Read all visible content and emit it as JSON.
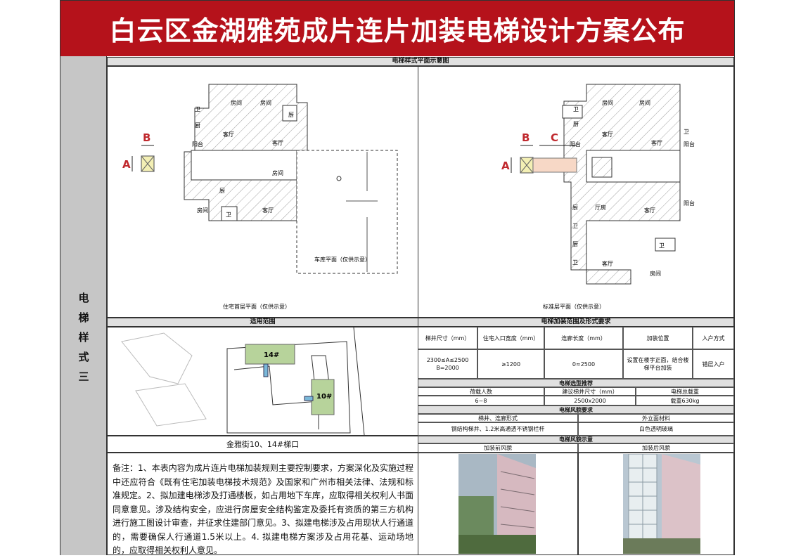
{
  "title": "白云区金湖雅苑成片连片加装电梯设计方案公布",
  "left_label": [
    "电",
    "梯",
    "样",
    "式",
    "三"
  ],
  "plan_section": {
    "header": "电梯样式平面示意图",
    "left_caption": "住宅首层平面（仅供示意）",
    "right_caption": "标准层平面（仅供示意）",
    "garage_label": "车库平面（仅供示意）",
    "rooms": {
      "fangjian": "房间",
      "wei": "卫",
      "chu": "厨",
      "keting": "客厅",
      "yangtai": "阳台",
      "tingfang": "厅房"
    },
    "dims": {
      "a": "A",
      "b": "B",
      "c": "C"
    }
  },
  "scope_section": {
    "header": "适用范围",
    "caption": "金雅街10、14#梯口",
    "buildings": [
      "14#",
      "10#"
    ]
  },
  "spec_section": {
    "header": "电梯加装范围及形式要求",
    "columns": [
      "梯井尺寸（mm）",
      "住宅入口宽度（mm）",
      "连廊长度（mm）",
      "加装位置",
      "入户方式"
    ],
    "values": [
      "2300≤A≤2500 B=2000",
      "≥1200",
      "0≈2500",
      "设置在楼宇正面，结合楼梯平台加装",
      "错层入户"
    ]
  },
  "select_section": {
    "header": "电梯选型推荐",
    "columns": [
      "荷载人数",
      "建议梯井尺寸（mm）",
      "电梯总载重"
    ],
    "values": [
      "6~8",
      "2500x2000",
      "载重630kg"
    ]
  },
  "style_section": {
    "header": "电梯风貌要求",
    "columns": [
      "梯井、连廊形式",
      "外立面材料"
    ],
    "values": [
      "钢结构梯井、1.2米高通透不锈钢栏杆",
      "白色透明玻璃"
    ]
  },
  "photo_section": {
    "header": "电梯风貌示意",
    "before": "加装前风貌",
    "after": "加装后风貌"
  },
  "note": "备注：1、本表内容为成片连片电梯加装规则主要控制要求，方案深化及实施过程中还应符合《既有住宅加装电梯技术规范》及国家和广州市相关法律、法规和标准规定。2、拟加建电梯涉及打通楼板，如占用地下车库，应取得相关权利人书面同意意见。涉及结构安全，应进行房屋安全结构鉴定及委托有资质的第三方机构进行施工图设计审查，并征求住建部门意见。3、拟建电梯涉及占用现状人行通道的，需要确保人行通道1.5米以上。4. 拟建电梯方案涉及占用花基、运动场地的，应取得相关权利人意见。"
}
